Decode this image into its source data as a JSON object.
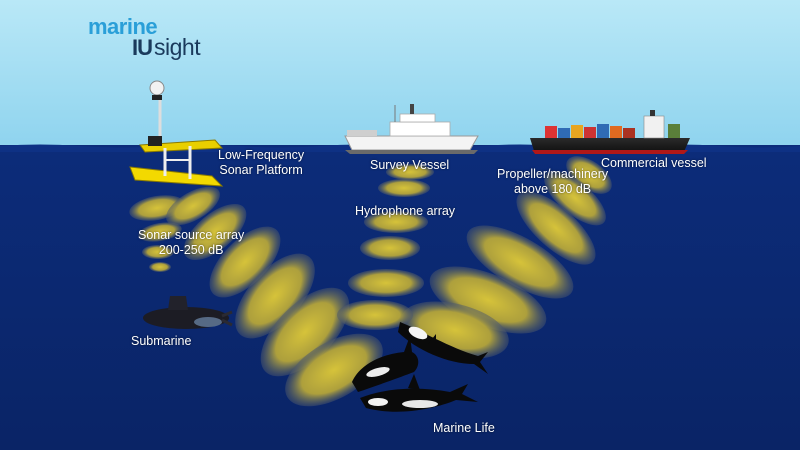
{
  "logo": {
    "word1": "marine",
    "word2a": "IU",
    "word2b": "sight"
  },
  "labels": {
    "platform": [
      "Low-Frequency",
      "Sonar Platform"
    ],
    "survey_vessel": "Survey Vessel",
    "commercial_vessel": "Commercial vessel",
    "propeller": [
      "Propeller/machinery",
      "above 180 dB"
    ],
    "hydrophone": "Hydrophone array",
    "sonar_source": [
      "Sonar source array",
      "200-250 dB"
    ],
    "submarine": "Submarine",
    "marine_life": "Marine Life"
  },
  "colors": {
    "sky": "#a8dff2",
    "sea": "#0d2d7a",
    "sound_wave": "#c9b637",
    "platform": "#f0d600"
  }
}
